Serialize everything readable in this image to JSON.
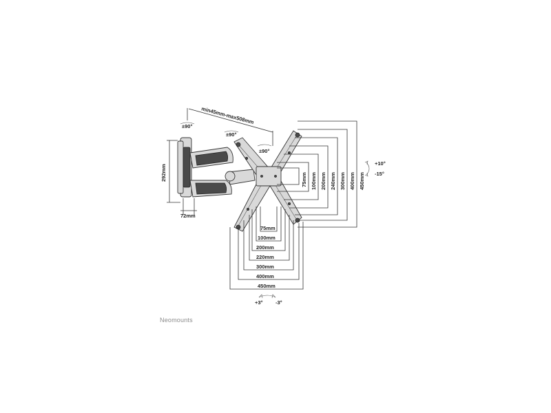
{
  "rotation_labels": {
    "arm_pivot_left": "±90°",
    "arm_pivot_mid": "±90°",
    "arm_pivot_head": "±90°",
    "tilt_up": "+10°",
    "tilt_down": "-15°",
    "roll_left": "+3°",
    "roll_right": "-3°"
  },
  "dimensions": {
    "arm_extension": "min45mm-max508mm",
    "wall_plate_height": "292mm",
    "wall_plate_depth": "72mm"
  },
  "horizontal_spacing": [
    "75mm",
    "100mm",
    "200mm",
    "220mm",
    "300mm",
    "400mm",
    "450mm"
  ],
  "vertical_spacing": [
    "75mm",
    "100mm",
    "200mm",
    "240mm",
    "300mm",
    "400mm",
    "450mm"
  ],
  "brand": "Neomounts"
}
